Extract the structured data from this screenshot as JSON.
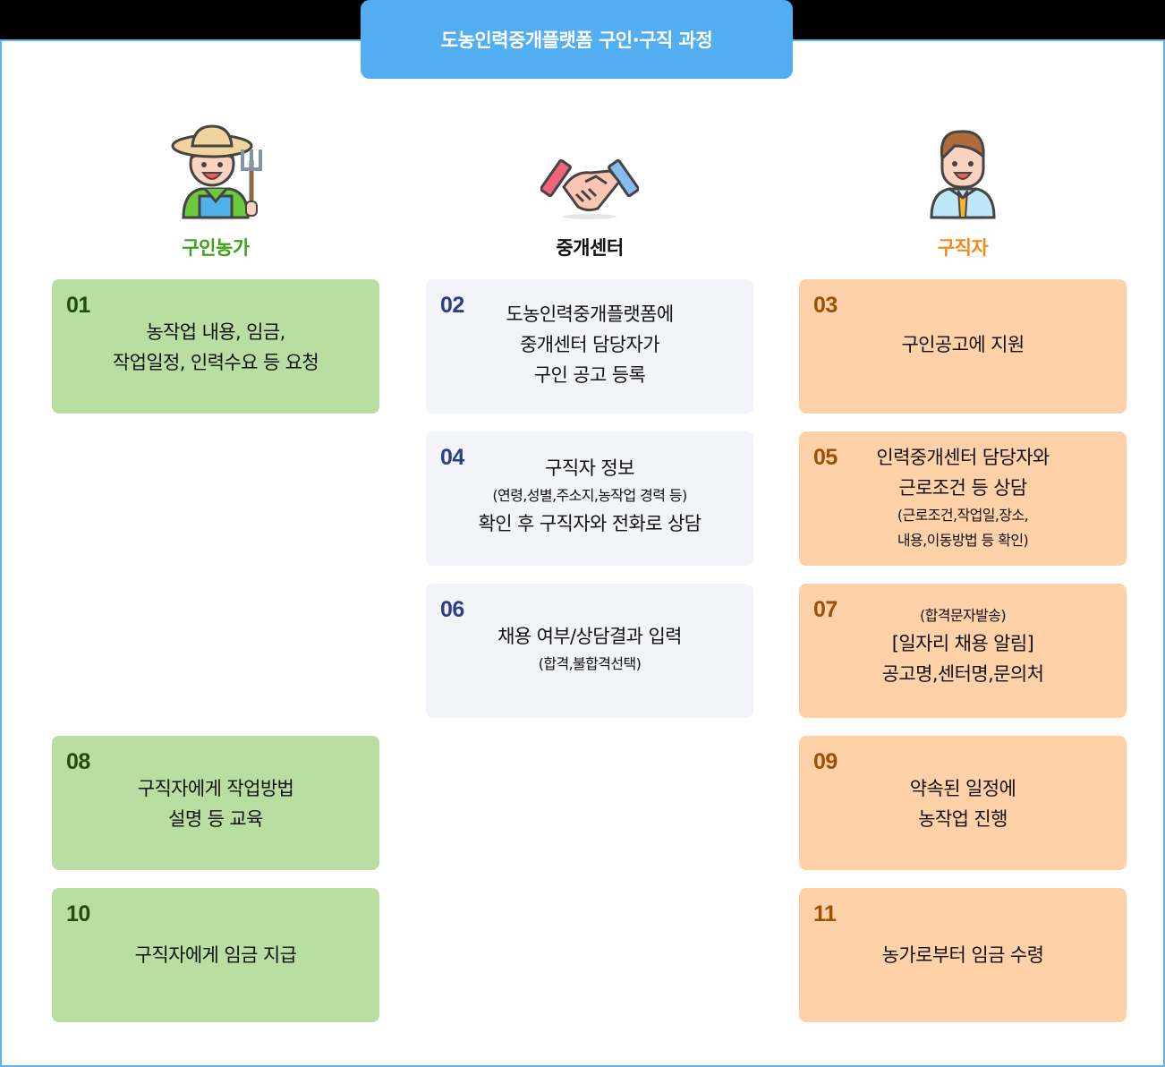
{
  "title": "도농인력중개플랫폼 구인·구직 과정",
  "colors": {
    "title_bg": "#52aef1",
    "frame_border": "#5fb2ec",
    "farm_label": "#3fa31a",
    "center_label": "#111111",
    "seeker_label": "#f28a1c",
    "farm_card": "#b9dea1",
    "center_card": "#f2f4f9",
    "seeker_card": "#fed1a8"
  },
  "columns": [
    {
      "label": "구인농가",
      "icon": "farmer-icon"
    },
    {
      "label": "중개센터",
      "icon": "handshake-icon"
    },
    {
      "label": "구직자",
      "icon": "job-seeker-icon"
    }
  ],
  "steps": [
    {
      "num": "01",
      "column": "구인농가",
      "lines": [
        "농작업 내용, 임금,",
        "작업일정, 인력수요 등 요청"
      ]
    },
    {
      "num": "02",
      "column": "중개센터",
      "lines": [
        "도농인력중개플랫폼에",
        "중개센터 담당자가",
        "구인 공고 등록"
      ]
    },
    {
      "num": "03",
      "column": "구직자",
      "lines": [
        "구인공고에 지원"
      ]
    },
    {
      "num": "04",
      "column": "중개센터",
      "lines": [
        "구직자 정보",
        "(연령,성별,주소지,농작업 경력 등)",
        "확인 후 구직자와 전화로 상담"
      ]
    },
    {
      "num": "05",
      "column": "구직자",
      "lines": [
        "인력중개센터 담당자와",
        "근로조건 등 상담",
        "(근로조건,작업일,장소,",
        "내용,이동방법 등 확인)"
      ]
    },
    {
      "num": "06",
      "column": "중개센터",
      "lines": [
        "채용 여부/상담결과 입력",
        "(합격,불합격선택)"
      ]
    },
    {
      "num": "07",
      "column": "구직자",
      "lines": [
        "(합격문자발송)",
        "[일자리 채용 알림]",
        "공고명,센터명,문의처"
      ]
    },
    {
      "num": "08",
      "column": "구인농가",
      "lines": [
        "구직자에게 작업방법",
        "설명 등 교육"
      ]
    },
    {
      "num": "09",
      "column": "구직자",
      "lines": [
        "약속된 일정에",
        "농작업 진행"
      ]
    },
    {
      "num": "10",
      "column": "구인농가",
      "lines": [
        "구직자에게 임금 지급"
      ]
    },
    {
      "num": "11",
      "column": "구직자",
      "lines": [
        "농가로부터 임금 수령"
      ]
    }
  ]
}
